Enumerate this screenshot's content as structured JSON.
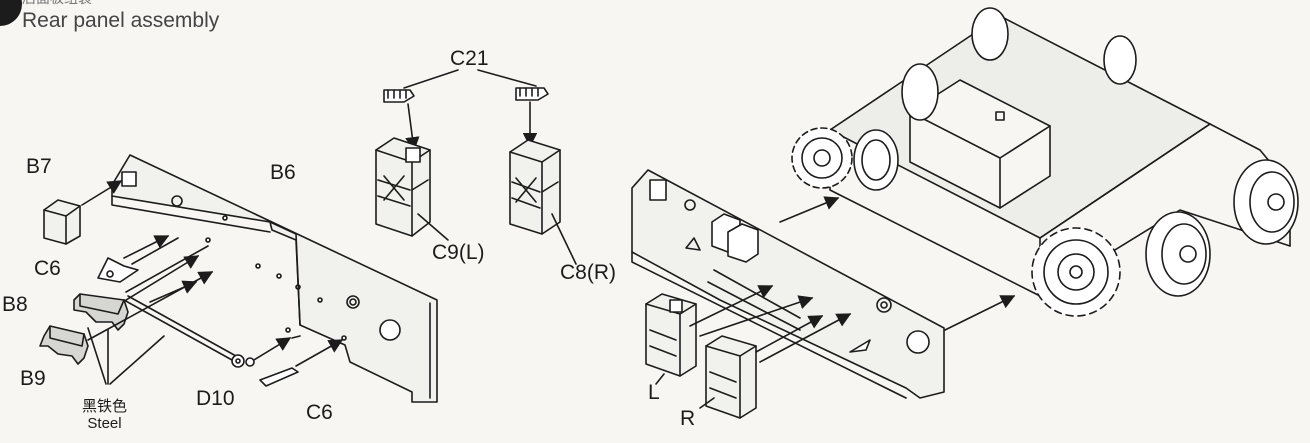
{
  "header": {
    "title_zh": "后面板组装",
    "title": "Rear panel assembly"
  },
  "labels": {
    "c21": "C21",
    "b7": "B7",
    "b6": "B6",
    "c6_top": "C6",
    "b8": "B8",
    "b9": "B9",
    "d10": "D10",
    "c6_bottom": "C6",
    "c9l": "C9(L)",
    "c8r": "C8(R)",
    "l": "L",
    "r": "R",
    "color_zh": "黑铁色",
    "color_en": "Steel"
  },
  "colors": {
    "line": "#1c1c1c",
    "paper": "#f7f6f3",
    "part_fill": "#f1f1ee"
  }
}
